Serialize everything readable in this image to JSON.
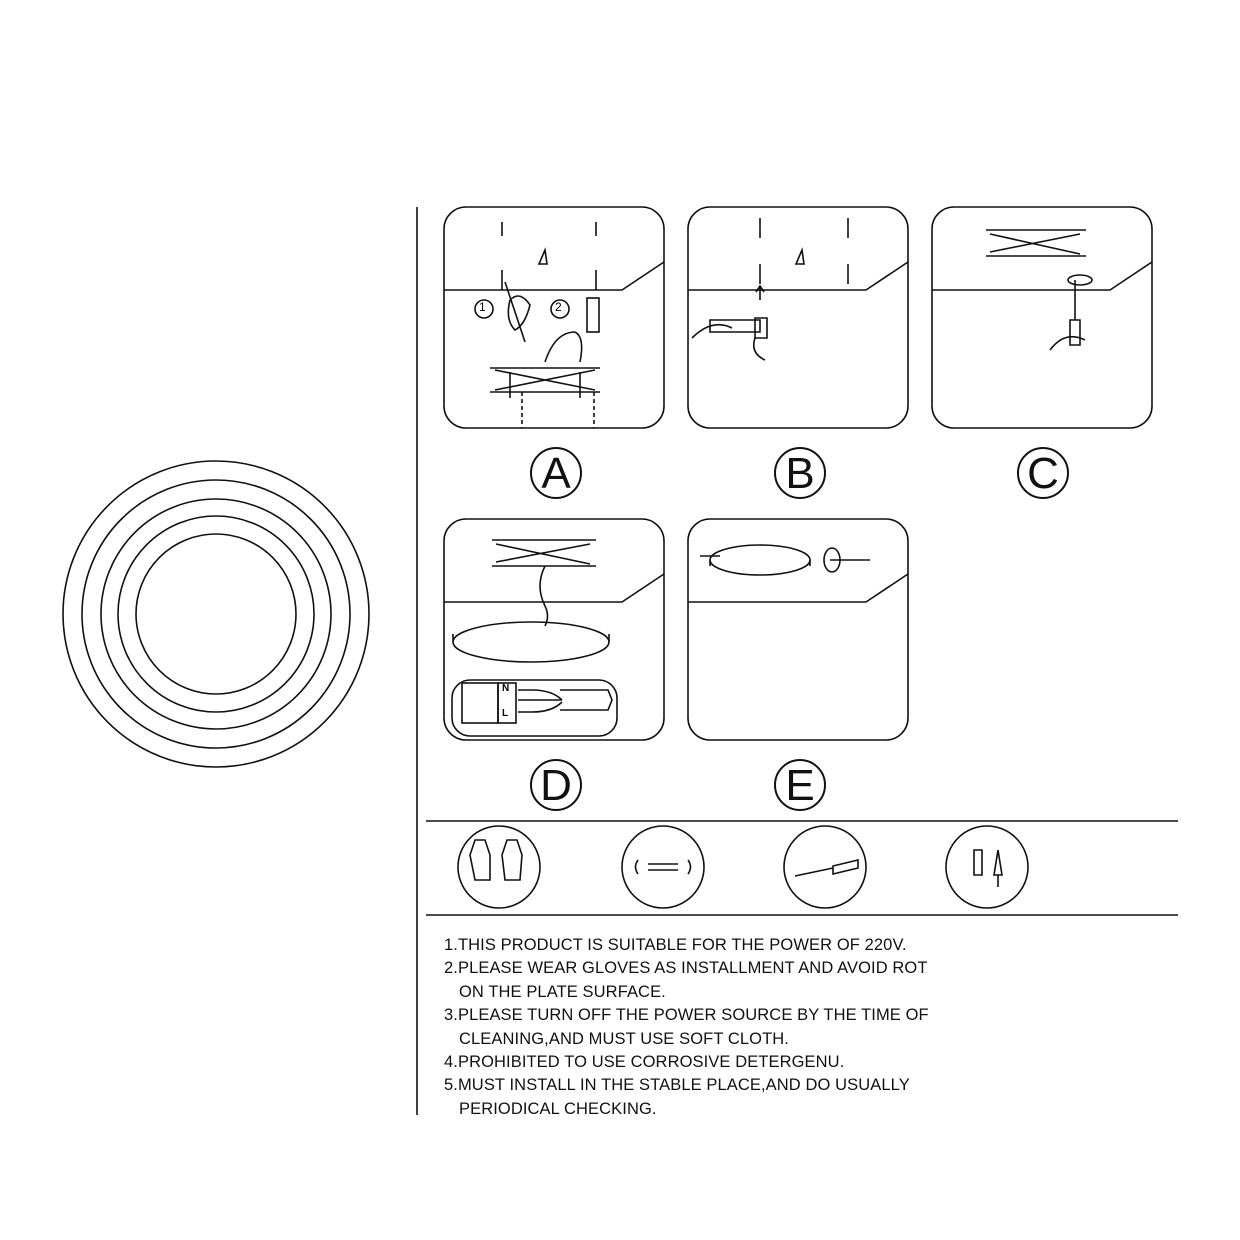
{
  "steps": [
    {
      "label": "A",
      "icon": "ceiling-drill-mount-icon"
    },
    {
      "label": "B",
      "icon": "hammer-anchor-icon"
    },
    {
      "label": "C",
      "icon": "screwdriver-bracket-icon"
    },
    {
      "label": "D",
      "icon": "wiring-terminal-icon"
    },
    {
      "label": "E",
      "icon": "fix-base-icon"
    }
  ],
  "step_a_markers": [
    "1",
    "2"
  ],
  "terminal_labels": [
    "N",
    "L"
  ],
  "tools": [
    "gloves-icon",
    "wrench-icon",
    "screwdriver-icon",
    "anchor-screw-icon"
  ],
  "notes": [
    "1.THIS PRODUCT IS SUITABLE FOR THE POWER OF 220V.",
    "2.PLEASE WEAR GLOVES AS INSTALLMENT AND AVOID ROT",
    "ON THE PLATE SURFACE.",
    "3.PLEASE TURN OFF THE POWER SOURCE BY THE TIME OF",
    "CLEANING,AND MUST USE SOFT CLOTH.",
    "4.PROHIBITED TO USE CORROSIVE DETERGENU.",
    "5.MUST INSTALL IN THE STABLE PLACE,AND DO USUALLY",
    "PERIODICAL CHECKING."
  ]
}
